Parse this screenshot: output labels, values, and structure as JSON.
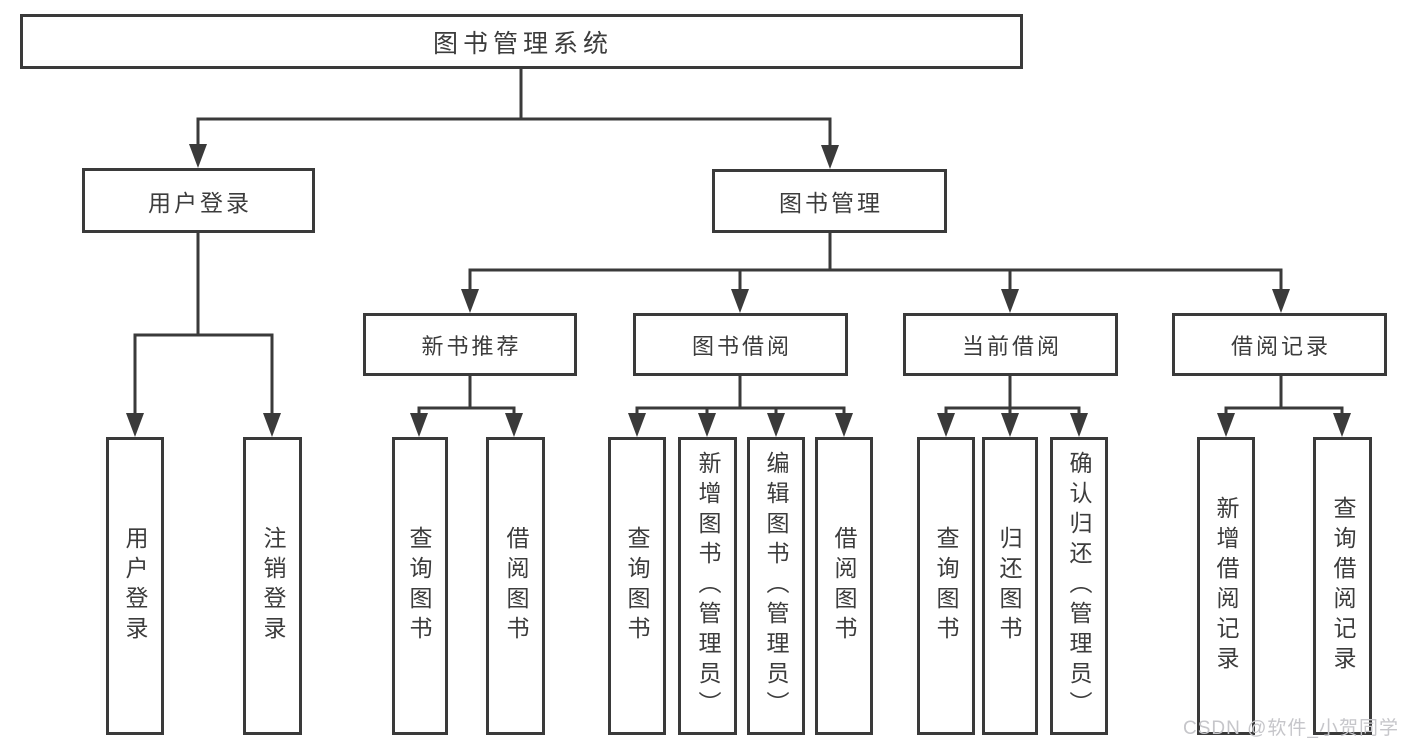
{
  "diagram": {
    "root": {
      "label": "图书管理系统"
    },
    "branches": [
      {
        "label": "用户登录",
        "children": [
          {
            "label": "用户登录"
          },
          {
            "label": "注销登录"
          }
        ]
      },
      {
        "label": "图书管理",
        "children": [
          {
            "label": "新书推荐",
            "children": [
              {
                "label": "查询图书"
              },
              {
                "label": "借阅图书"
              }
            ]
          },
          {
            "label": "图书借阅",
            "children": [
              {
                "label": "查询图书"
              },
              {
                "label": "新增图书（管理员）"
              },
              {
                "label": "编辑图书（管理员）"
              },
              {
                "label": "借阅图书"
              }
            ]
          },
          {
            "label": "当前借阅",
            "children": [
              {
                "label": "查询图书"
              },
              {
                "label": "归还图书"
              },
              {
                "label": "确认归还（管理员）"
              }
            ]
          },
          {
            "label": "借阅记录",
            "children": [
              {
                "label": "新增借阅记录"
              },
              {
                "label": "查询借阅记录"
              }
            ]
          }
        ]
      }
    ]
  },
  "watermark": {
    "text": "CSDN @软件_小贺同学"
  },
  "colors": {
    "line": "#3a3a3a",
    "text": "#3c3c3c",
    "background": "#ffffff",
    "watermark": "#c6c6ca"
  }
}
